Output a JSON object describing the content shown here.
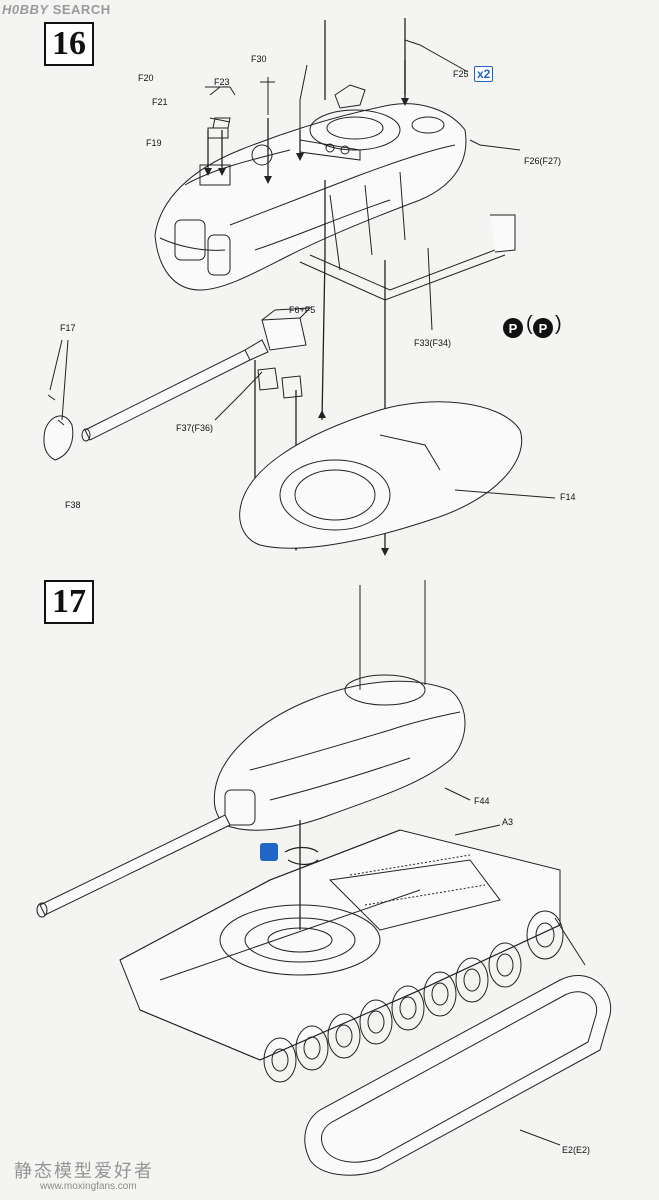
{
  "watermark": {
    "brand": "H0BBY",
    "search": "SEARCH"
  },
  "steps": [
    {
      "number": "16"
    },
    {
      "number": "17"
    }
  ],
  "step16": {
    "labels": {
      "f30": "F30",
      "f25": "F25",
      "f20": "F20",
      "f23": "F23",
      "f21": "F21",
      "f19": "F19",
      "f26": "F26(F27)",
      "f6f5": "F6+F5",
      "f17": "F17",
      "f37": "F37(F36)",
      "f33": "F33(F34)",
      "f38": "F38",
      "f14": "F14"
    },
    "multiplier": "x2",
    "p_icon": "P"
  },
  "step17": {
    "labels": {
      "f44": "F44",
      "a3": "A3",
      "e2": "E2(E2)"
    }
  },
  "icons": {
    "multiplier": "x2-badge-icon",
    "photo_etch": "p-circle-icon",
    "glue": "glue-bottle-icon"
  },
  "colors": {
    "accent_blue": "#1e63c8",
    "line": "#222222"
  },
  "footer": {
    "cn": "静态模型爱好者",
    "url": "www.moxingfans.com"
  }
}
